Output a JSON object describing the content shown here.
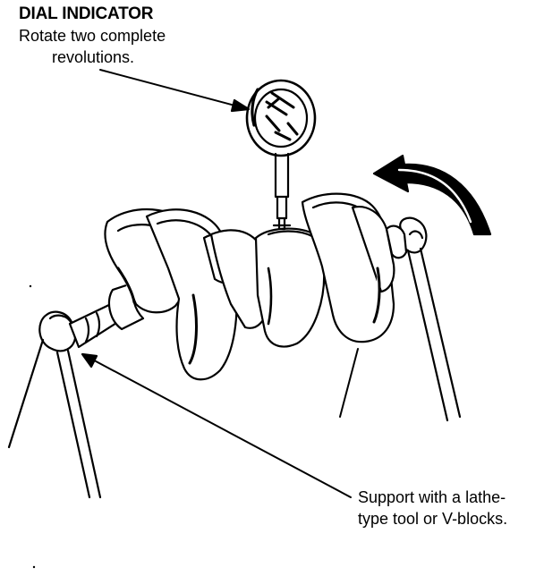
{
  "callouts": {
    "dial_indicator": {
      "title": "DIAL INDICATOR",
      "line1": "Rotate two complete",
      "line2": "revolutions."
    },
    "support": {
      "line1": "Support with a lathe-",
      "line2": "type tool or V-blocks."
    }
  },
  "colors": {
    "ink": "#000000",
    "paper": "#ffffff"
  },
  "icons": [
    "dial-indicator-gauge-icon",
    "rotation-arrow-icon",
    "crankshaft-illustration",
    "v-block-support-icon"
  ]
}
